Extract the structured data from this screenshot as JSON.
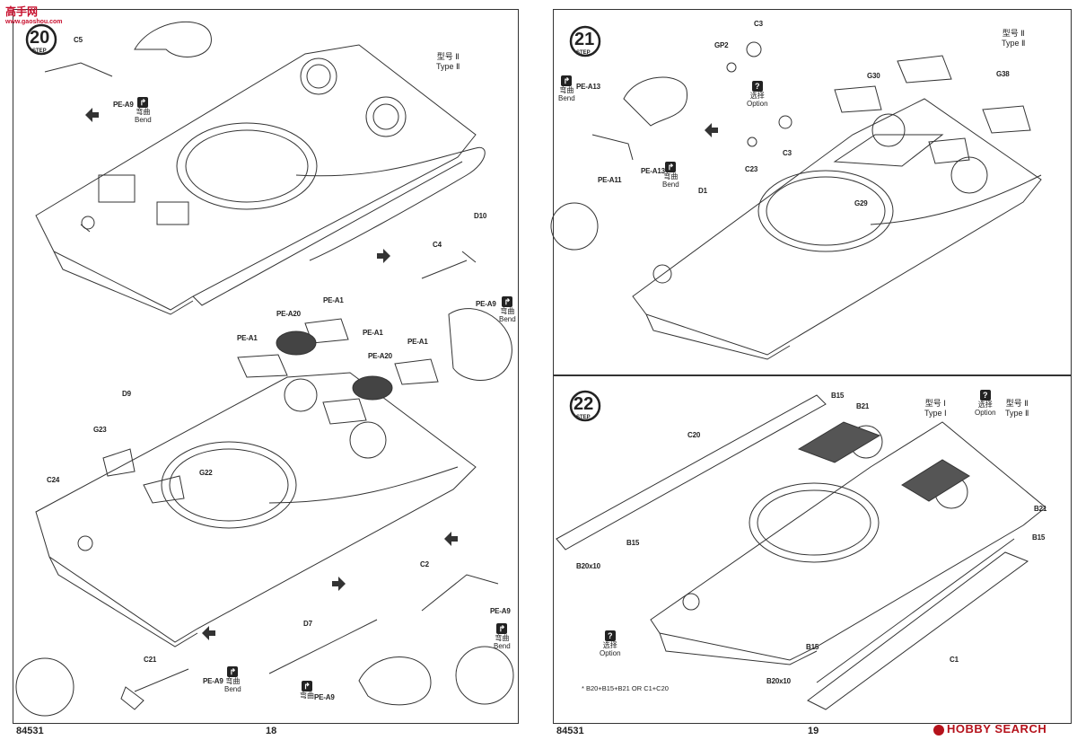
{
  "watermark": {
    "site_cn": "高手网",
    "site_url": "www.gaoshou.com"
  },
  "left": {
    "step": "20",
    "step_word": "STEP",
    "type_cn": "型号 Ⅱ",
    "type_en": "Type Ⅱ",
    "catalog": "84531",
    "page": "18",
    "bend_cn": "弯曲",
    "bend_en": "Bend",
    "parts": [
      "C5",
      "PE-A9",
      "D10",
      "C4",
      "PE-A9",
      "PE-A20",
      "PE-A1",
      "PE-A1",
      "PE-A1",
      "PE-A1",
      "PE-A20",
      "D9",
      "G23",
      "G22",
      "C24",
      "C2",
      "PE-A9",
      "D7",
      "C21",
      "PE-A9",
      "PE-A9"
    ]
  },
  "right": {
    "step21": "21",
    "step22": "22",
    "step_word": "STEP",
    "type2_cn": "型号 Ⅱ",
    "type2_en": "Type Ⅱ",
    "type1_cn": "型号 Ⅰ",
    "type1_en": "Type Ⅰ",
    "option_cn": "选择",
    "option_en": "Option",
    "bend_cn": "弯曲",
    "bend_en": "Bend",
    "catalog": "84531",
    "page": "19",
    "footnote": "* B20+B15+B21 OR C1+C20",
    "brand": "HOBBY SEARCH",
    "parts21": [
      "C3",
      "GP2",
      "PE-A13",
      "G30",
      "G38",
      "C3",
      "C23",
      "PE-A13",
      "PE-A11",
      "D1",
      "G29"
    ],
    "parts22": [
      "B15",
      "B21",
      "C20",
      "B21",
      "B15",
      "B15",
      "B20x10",
      "B15",
      "B20x10",
      "C1"
    ]
  }
}
